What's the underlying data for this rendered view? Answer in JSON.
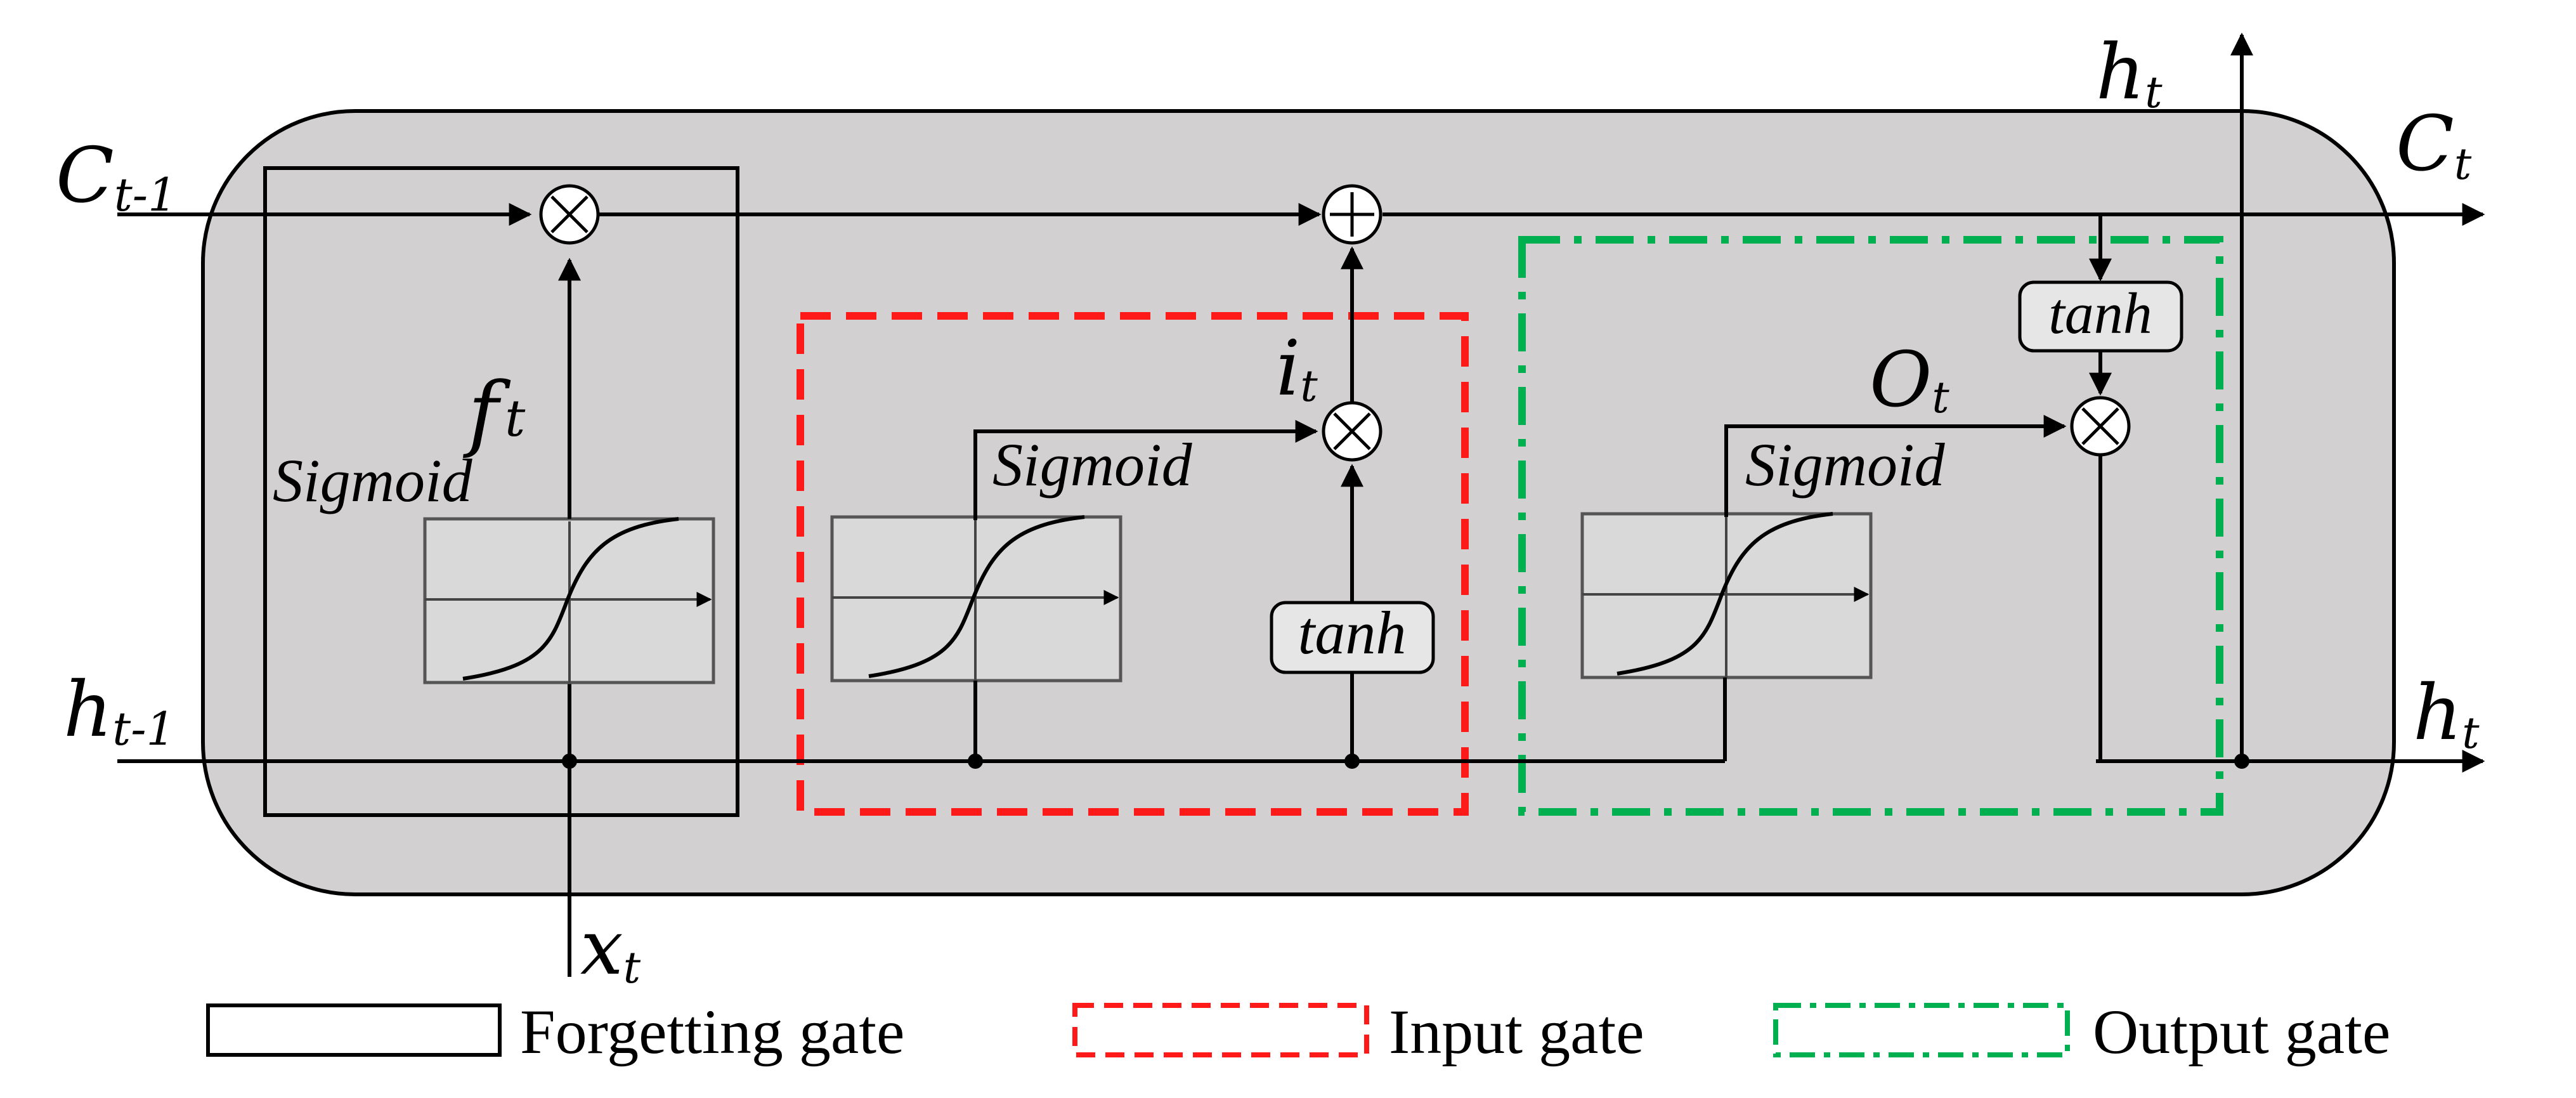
{
  "diagram": {
    "inputs": {
      "c_prev": {
        "main": "C",
        "sub": "t-1"
      },
      "h_prev": {
        "main": "h",
        "sub": "t-1"
      },
      "x_t": {
        "main": "x",
        "sub": "t"
      }
    },
    "outputs": {
      "c_t": {
        "main": "C",
        "sub": "t"
      },
      "h_t_top": {
        "main": "h",
        "sub": "t"
      },
      "h_t_right": {
        "main": "h",
        "sub": "t"
      }
    },
    "gate_signals": {
      "forget": {
        "main": "f",
        "sub": "t"
      },
      "input": {
        "main": "i",
        "sub": "t"
      },
      "output": {
        "main": "O",
        "sub": "t"
      }
    },
    "functions": {
      "sigmoid_forget": "Sigmoid",
      "sigmoid_input": "Sigmoid",
      "sigmoid_output": "Sigmoid",
      "tanh_input": "tanh",
      "tanh_output": "tanh"
    },
    "operators": {
      "multiply": "×",
      "add": "+"
    }
  },
  "legend": {
    "forgetting_gate": "Forgetting gate",
    "input_gate": "Input gate",
    "output_gate": "Output gate"
  },
  "colors": {
    "cell_fill": "#d3d0d1",
    "forget_gate_border": "#000000",
    "input_gate_border": "#ff1a1a",
    "output_gate_border": "#00b050"
  }
}
